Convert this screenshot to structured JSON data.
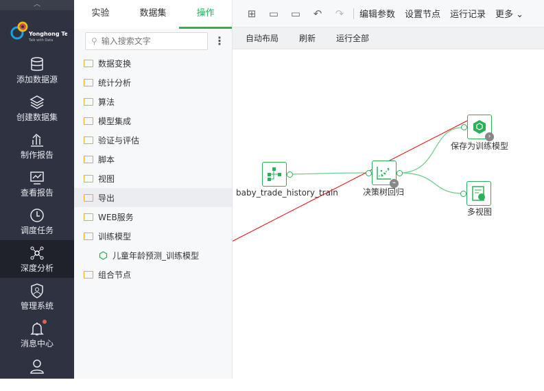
{
  "sidebar": {
    "logo_text": "Yonghong Tech",
    "logo_sub": "Talk with Data",
    "items": [
      {
        "label": "添加数据源",
        "icon": "database-icon"
      },
      {
        "label": "创建数据集",
        "icon": "layers-icon"
      },
      {
        "label": "制作报告",
        "icon": "bar-chart-icon"
      },
      {
        "label": "查看报告",
        "icon": "monitor-chart-icon"
      },
      {
        "label": "调度任务",
        "icon": "clock-icon"
      },
      {
        "label": "深度分析",
        "icon": "network-icon"
      },
      {
        "label": "管理系统",
        "icon": "shield-user-icon"
      },
      {
        "label": "消息中心",
        "icon": "bell-icon"
      }
    ],
    "active": "深度分析"
  },
  "panel": {
    "tabs": [
      "实验",
      "数据集",
      "操作"
    ],
    "active_tab": "操作",
    "search_placeholder": "输入搜索文字",
    "tree": [
      {
        "label": "数据变换"
      },
      {
        "label": "统计分析"
      },
      {
        "label": "算法"
      },
      {
        "label": "模型集成"
      },
      {
        "label": "验证与评估"
      },
      {
        "label": "脚本"
      },
      {
        "label": "视图"
      },
      {
        "label": "导出",
        "selected": true
      },
      {
        "label": "WEB服务"
      },
      {
        "label": "训练模型"
      },
      {
        "label": "儿童年龄预测_训练模型",
        "child": true
      },
      {
        "label": "组合节点"
      }
    ]
  },
  "toolbar": {
    "buttons": [
      "编辑参数",
      "设置节点",
      "运行记录"
    ],
    "more": "更多 ⌄",
    "sub": [
      "自动布局",
      "刷新",
      "运行全部"
    ]
  },
  "canvas": {
    "nodes": {
      "source": "baby_trade_history_train",
      "tree": "决策树回归",
      "save": "保存为训练模型",
      "view": "多视图"
    }
  },
  "colors": {
    "accent": "#2bb15a",
    "sidebar": "#2f3341",
    "arrow": "#ff0000"
  }
}
